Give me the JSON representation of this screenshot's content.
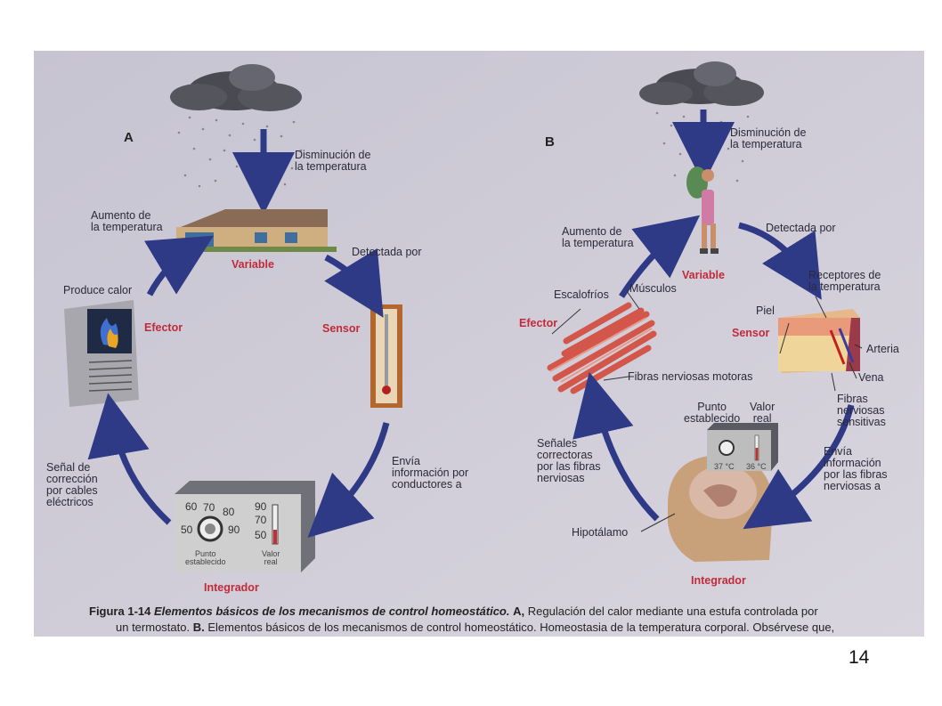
{
  "panel_a": {
    "letter": "A",
    "stimulus": "Disminución de\nla temperatura",
    "response": "Aumento de\nla temperatura",
    "variable": "Variable",
    "detected_by": "Detectada por",
    "sensor": "Sensor",
    "sends_info": "Envía\ninformación por\nconductores a",
    "integrator": "Integrador",
    "correction": "Señal de\ncorrección\npor cables\neléctricos",
    "effector": "Efector",
    "produces_heat": "Produce calor",
    "thermostat": {
      "dial_numbers": [
        "60",
        "70",
        "80",
        "50",
        "90"
      ],
      "scale_numbers": [
        "90",
        "70",
        "50"
      ],
      "set_point": "Punto\nestablecido",
      "real_value": "Valor\nreal"
    }
  },
  "panel_b": {
    "letter": "B",
    "stimulus": "Disminución de\nla temperatura",
    "response": "Aumento de\nla temperatura",
    "variable": "Variable",
    "detected_by": "Detectada por",
    "receptors": "Receptores de\nla temperatura",
    "skin": "Piel",
    "sensor": "Sensor",
    "artery": "Arteria",
    "vein": "Vena",
    "sensory_fibers": "Fibras\nnerviosas\nsensitivas",
    "sends_info": "Envía\ninformación\npor las fibras\nnerviosas a",
    "set_point": "Punto\nestablecido",
    "real_value": "Valor\nreal",
    "temp_set": "37 °C",
    "temp_real": "36 °C",
    "hypothalamus": "Hipotálamo",
    "integrator": "Integrador",
    "correction": "Señales\ncorrectoras\npor las fibras\nnerviosas",
    "shivering": "Escalofríos",
    "muscles": "Músculos",
    "effector": "Efector",
    "motor_fibers": "Fibras nerviosas motoras"
  },
  "caption": {
    "label": "Figura 1-14",
    "title": "Elementos básicos de los mecanismos de control homeostático.",
    "part_a": "A,",
    "line1_rest": "Regulación del calor mediante una estufa controlada por",
    "line2_start": "un termostato.",
    "part_b": "B.",
    "line2_rest": "Elementos básicos de los mecanismos de control homeostático. Homeostasia de la temperatura corporal. Obsérvese que,"
  },
  "page_number": "14",
  "colors": {
    "background": "#cfcdd8",
    "arrow": "#2f3a86",
    "red_label": "#c22a3a"
  }
}
